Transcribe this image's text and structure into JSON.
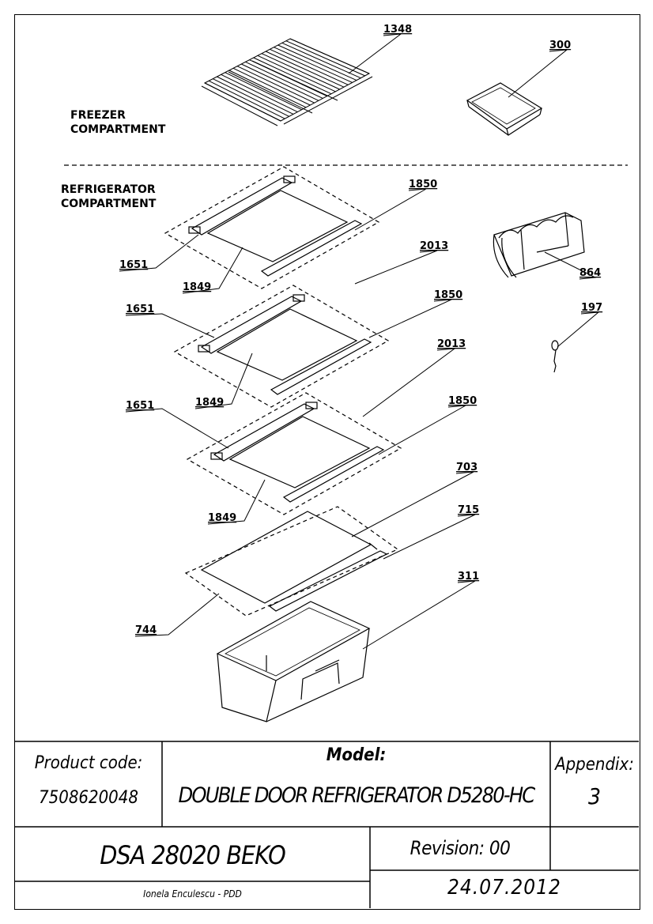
{
  "sections": {
    "freezer": "FREEZER\nCOMPARTMENT",
    "refrigerator": "REFRIGERATOR\nCOMPARTMENT"
  },
  "part_labels": [
    {
      "id": "p1348",
      "text": "1348"
    },
    {
      "id": "p300",
      "text": "300"
    },
    {
      "id": "p1850a",
      "text": "1850"
    },
    {
      "id": "p2013a",
      "text": "2013"
    },
    {
      "id": "p1651a",
      "text": "1651"
    },
    {
      "id": "p1849a",
      "text": "1849"
    },
    {
      "id": "p864",
      "text": "864"
    },
    {
      "id": "p1651b",
      "text": "1651"
    },
    {
      "id": "p1850b",
      "text": "1850"
    },
    {
      "id": "p197",
      "text": "197"
    },
    {
      "id": "p2013b",
      "text": "2013"
    },
    {
      "id": "p1849b",
      "text": "1849"
    },
    {
      "id": "p1651c",
      "text": "1651"
    },
    {
      "id": "p1850c",
      "text": "1850"
    },
    {
      "id": "p703",
      "text": "703"
    },
    {
      "id": "p1849c",
      "text": "1849"
    },
    {
      "id": "p715",
      "text": "715"
    },
    {
      "id": "p311",
      "text": "311"
    },
    {
      "id": "p744",
      "text": "744"
    }
  ],
  "title_block": {
    "product_code_label": "Product code:",
    "product_code": "7508620048",
    "model_label": "Model:",
    "model": "DOUBLE DOOR REFRIGERATOR D5280-HC",
    "appendix_label": "Appendix:",
    "appendix": "3",
    "dsa": "DSA 28020 BEKO",
    "revision": "Revision: 00",
    "date": "24.07.2012",
    "author": "Ionela Enculescu - PDD"
  }
}
